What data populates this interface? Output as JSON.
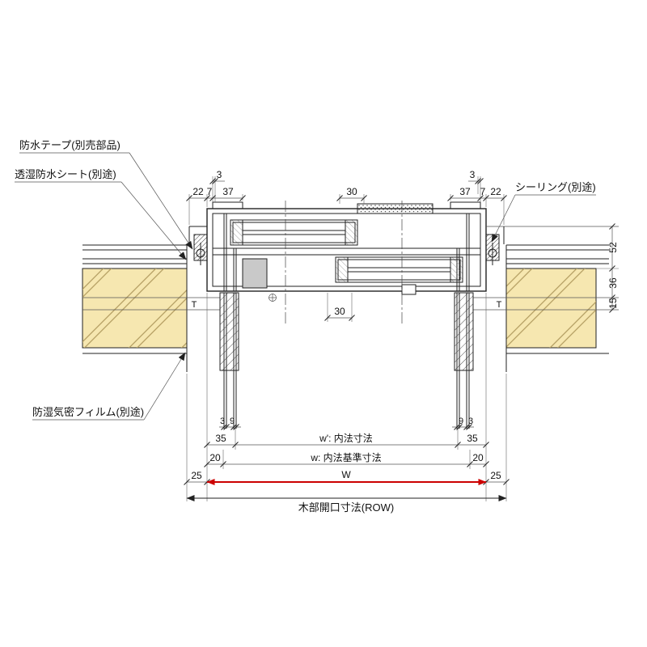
{
  "colors": {
    "wall": "#f6e7b0",
    "dimension_red": "#cc0000",
    "line": "#222222"
  },
  "annotations": {
    "waterproof_tape": "防水テープ(別売部品)",
    "breathable_sheet": "透湿防水シート(別途)",
    "sealing": "シーリング(別途)",
    "moisture_film": "防湿気密フィルム(別途)"
  },
  "marks": {
    "t_left": "T",
    "t_right": "T",
    "w_label": "W"
  },
  "dims": {
    "top_left": [
      "22",
      "7",
      "37"
    ],
    "top_left_small": "3",
    "top_center": "30",
    "top_right": [
      "37",
      "7",
      "22"
    ],
    "top_right_small": "3",
    "right_chain": [
      "52",
      "36",
      "15"
    ],
    "bottom_center": "30",
    "bottom_left_pair": [
      "3",
      "9"
    ],
    "bottom_right_pair": [
      "9",
      "3"
    ],
    "inset_35_left": "35",
    "inset_35_right": "35",
    "inset_20_left": "20",
    "inset_20_right": "20",
    "margin_25_left": "25",
    "margin_25_right": "25",
    "w_inner_label": "w': 内法寸法",
    "w_base_label": "w: 内法基準寸法",
    "row_label": "木部開口寸法(ROW)"
  }
}
